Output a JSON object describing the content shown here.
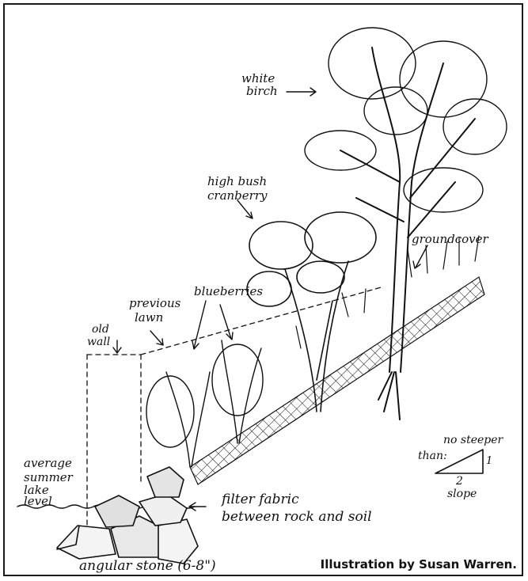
{
  "labels": {
    "white_birch_1": "white",
    "white_birch_2": "birch",
    "cranberry_1": "high bush",
    "cranberry_2": "cranberry",
    "groundcover": "groundcover",
    "blueberries": "blueberries",
    "previous_lawn_1": "previous",
    "previous_lawn_2": "lawn",
    "old_wall_1": "old",
    "old_wall_2": "wall",
    "lake_1": "average",
    "lake_2": "summer",
    "lake_3": "lake",
    "lake_4": "level",
    "fabric_1": "filter fabric",
    "fabric_2": "between rock and soil",
    "stone": "angular stone (6-8\")",
    "steep_1": "no steeper",
    "steep_2": "than:",
    "slope_rise": "1",
    "slope_run": "2",
    "slope_word": "slope"
  },
  "credit": "Illustration by Susan Warren."
}
